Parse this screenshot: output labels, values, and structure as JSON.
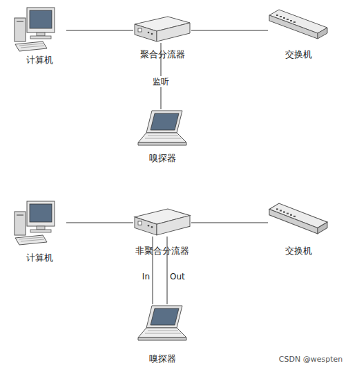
{
  "diagram": {
    "nodes": [
      {
        "text": [
          "计算机"
        ]
      },
      {
        "text": [
          "聚合分流器"
        ]
      },
      {
        "text": [
          "交换机"
        ]
      },
      {
        "text": [
          "嗅探器"
        ]
      },
      {
        "text": [
          "计算机"
        ]
      },
      {
        "text": [
          "非聚合分流器"
        ]
      },
      {
        "text": [
          "交换机"
        ]
      },
      {
        "text": [
          "嗅探器"
        ]
      }
    ],
    "edges": [
      {
        "from": 0,
        "to": 1,
        "arrow": "none"
      },
      {
        "from": 1,
        "to": 2,
        "arrow": "none"
      },
      {
        "from": 1,
        "to": 3,
        "label": "监听",
        "arrow": "none"
      },
      {
        "from": 4,
        "to": 5,
        "arrow": "none"
      },
      {
        "from": 5,
        "to": 6,
        "arrow": "none"
      },
      {
        "from": 5,
        "to": 7,
        "label": "In",
        "arrow": "none"
      },
      {
        "from": 5,
        "to": 7,
        "label": "Out",
        "arrow": "none"
      }
    ],
    "labels": [
      "CSDN @wespten"
    ]
  }
}
